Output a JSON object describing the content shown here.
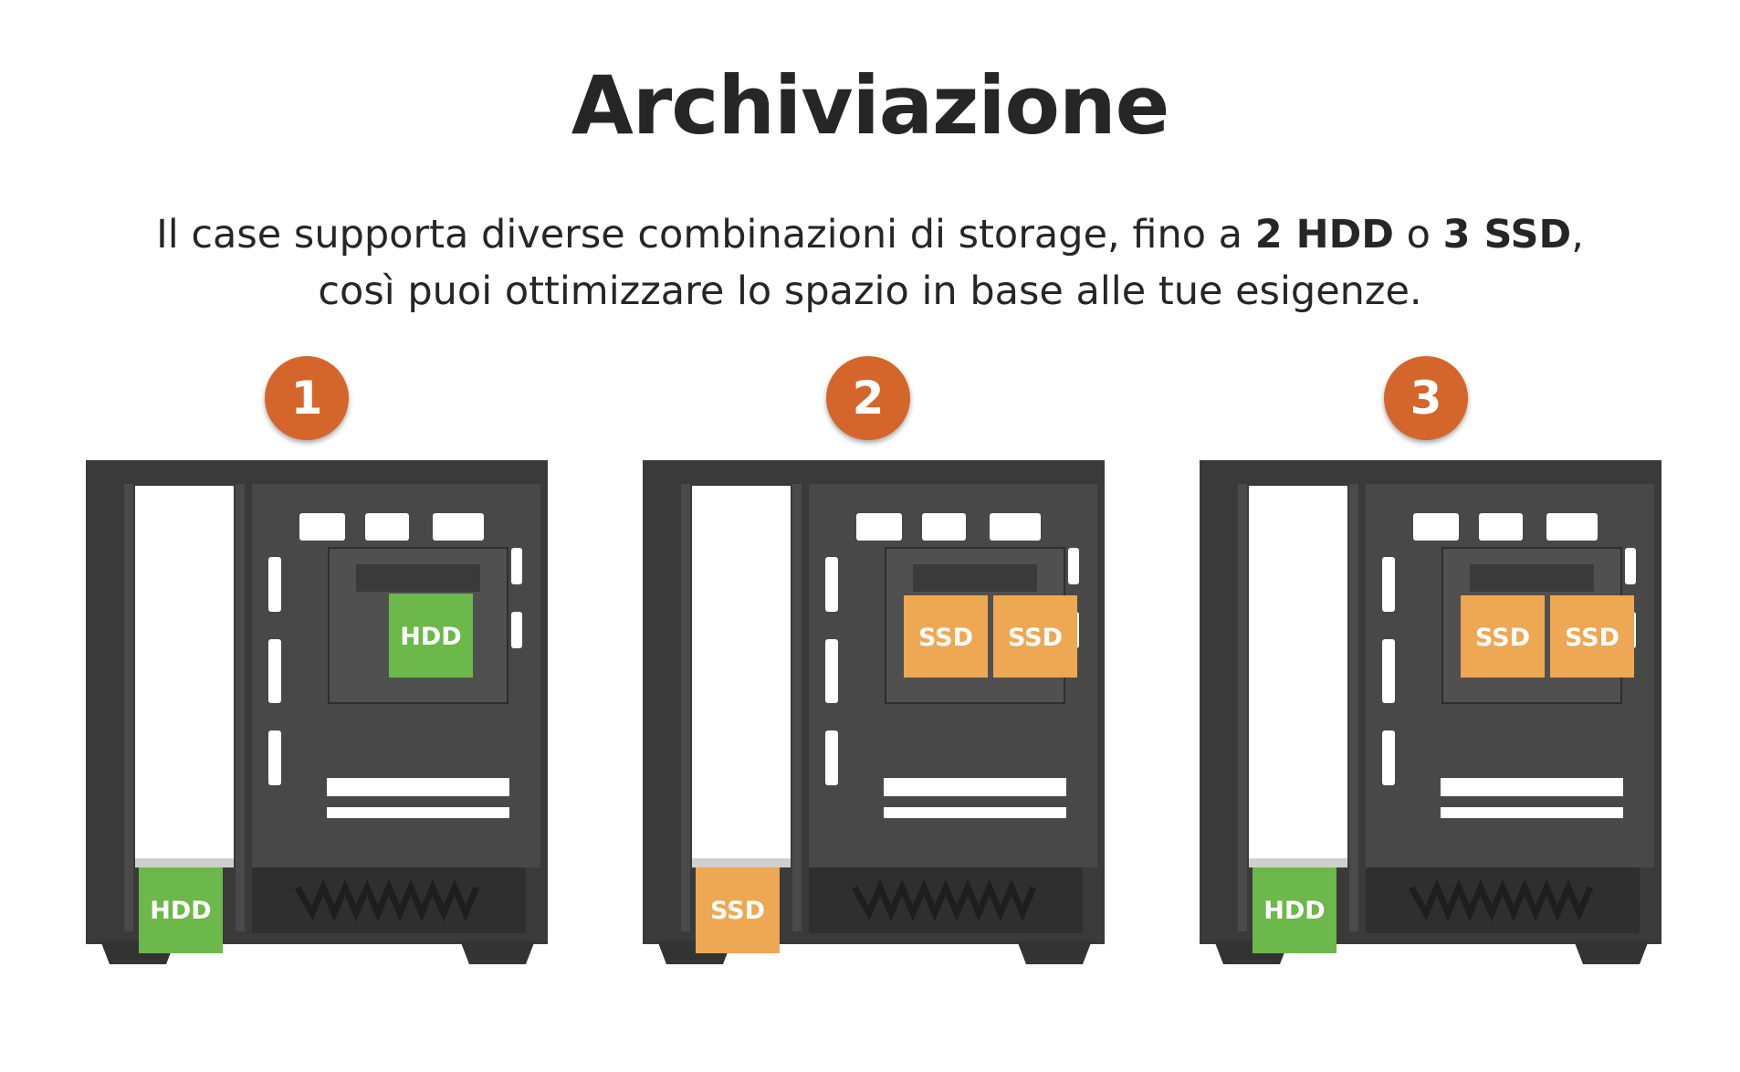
{
  "header": {
    "title": "Archiviazione",
    "line1_start": "Il case supporta diverse combinazioni di storage, fino a ",
    "line1_bold1": "2 HDD",
    "line1_mid": " o ",
    "line1_bold2": "3 SSD",
    "line1_end": ",",
    "line2": "così puoi ottimizzare lo spazio in base alle tue esigenze."
  },
  "colors": {
    "badge": "#d4662b",
    "hdd": "#6cb84a",
    "ssd": "#eea753",
    "case": "#404040"
  },
  "configs": [
    {
      "number": "1",
      "bottom": "HDD",
      "back": [
        "HDD"
      ]
    },
    {
      "number": "2",
      "bottom": "SSD",
      "back": [
        "SSD",
        "SSD"
      ]
    },
    {
      "number": "3",
      "bottom": "HDD",
      "back": [
        "SSD",
        "SSD"
      ]
    }
  ]
}
